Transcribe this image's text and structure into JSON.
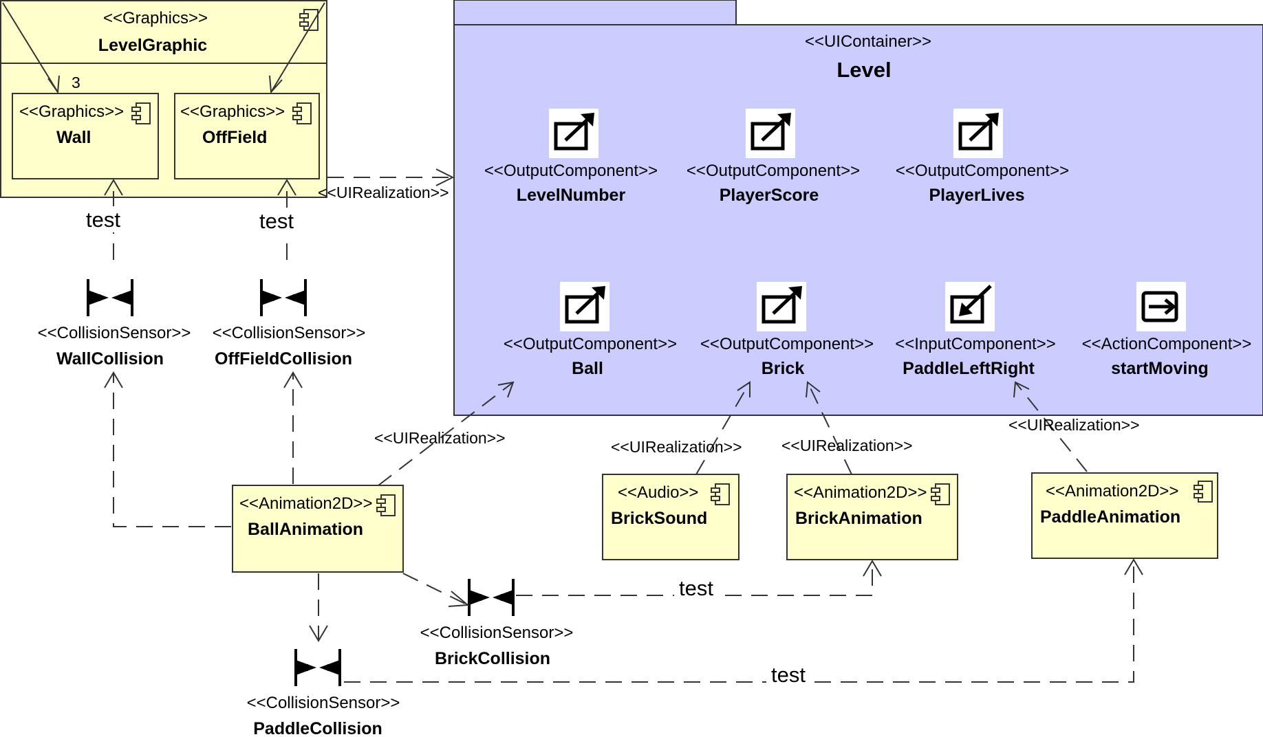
{
  "graphics_container": {
    "stereotype": "<<Graphics>>",
    "name": "LevelGraphic",
    "multiplicity": "3",
    "children": [
      {
        "stereotype": "<<Graphics>>",
        "name": "Wall"
      },
      {
        "stereotype": "<<Graphics>>",
        "name": "OffField"
      }
    ]
  },
  "ui_container": {
    "stereotype": "<<UIContainer>>",
    "name": "Level",
    "components": [
      {
        "stereotype": "<<OutputComponent>>",
        "name": "LevelNumber",
        "icon": "output-icon"
      },
      {
        "stereotype": "<<OutputComponent>>",
        "name": "PlayerScore",
        "icon": "output-icon"
      },
      {
        "stereotype": "<<OutputComponent>>",
        "name": "PlayerLives",
        "icon": "output-icon"
      },
      {
        "stereotype": "<<OutputComponent>>",
        "name": "Ball",
        "icon": "output-icon"
      },
      {
        "stereotype": "<<OutputComponent>>",
        "name": "Brick",
        "icon": "output-icon"
      },
      {
        "stereotype": "<<InputComponent>>",
        "name": "PaddleLeftRight",
        "icon": "input-icon"
      },
      {
        "stereotype": "<<ActionComponent>>",
        "name": "startMoving",
        "icon": "action-icon"
      }
    ]
  },
  "sensors": [
    {
      "stereotype": "<<CollisionSensor>>",
      "name": "WallCollision"
    },
    {
      "stereotype": "<<CollisionSensor>>",
      "name": "OffFieldCollision"
    },
    {
      "stereotype": "<<CollisionSensor>>",
      "name": "BrickCollision"
    },
    {
      "stereotype": "<<CollisionSensor>>",
      "name": "PaddleCollision"
    }
  ],
  "components": [
    {
      "stereotype": "<<Animation2D>>",
      "name": "BallAnimation"
    },
    {
      "stereotype": "<<Audio>>",
      "name": "BrickSound"
    },
    {
      "stereotype": "<<Animation2D>>",
      "name": "BrickAnimation"
    },
    {
      "stereotype": "<<Animation2D>>",
      "name": "PaddleAnimation"
    }
  ],
  "relation_labels": {
    "ui_realization": "<<UIRealization>>",
    "test": "test"
  },
  "colors": {
    "graphics_fill": "#ffffcc",
    "container_fill": "#ccccff",
    "line": "#333333"
  }
}
